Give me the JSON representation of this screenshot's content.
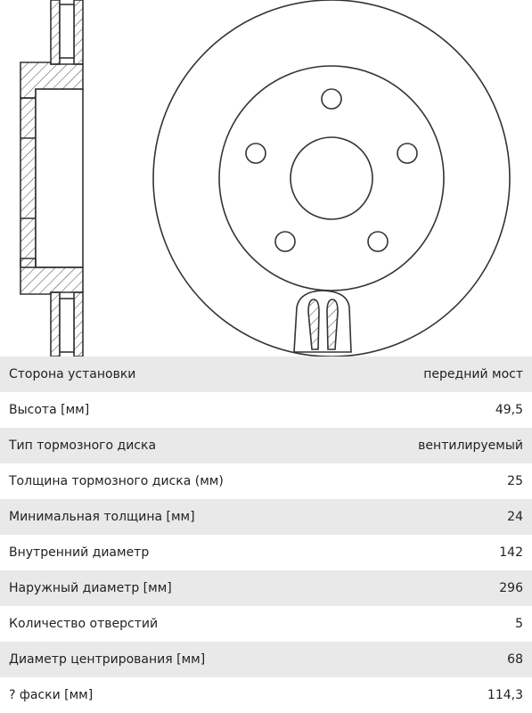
{
  "specs": [
    {
      "label": "Сторона установки",
      "value": "передний мост"
    },
    {
      "label": "Высота [мм]",
      "value": "49,5"
    },
    {
      "label": "Тип тормозного диска",
      "value": "вентилируемый"
    },
    {
      "label": "Толщина тормозного диска (мм)",
      "value": "25"
    },
    {
      "label": "Минимальная толщина [мм]",
      "value": "24"
    },
    {
      "label": "Внутренний диаметр",
      "value": "142"
    },
    {
      "label": "Наружный диаметр [мм]",
      "value": "296"
    },
    {
      "label": "Количество отверстий",
      "value": "5"
    },
    {
      "label": "Диаметр центрирования [мм]",
      "value": "68"
    },
    {
      "label": "? фаски [мм]",
      "value": "114,3"
    }
  ]
}
